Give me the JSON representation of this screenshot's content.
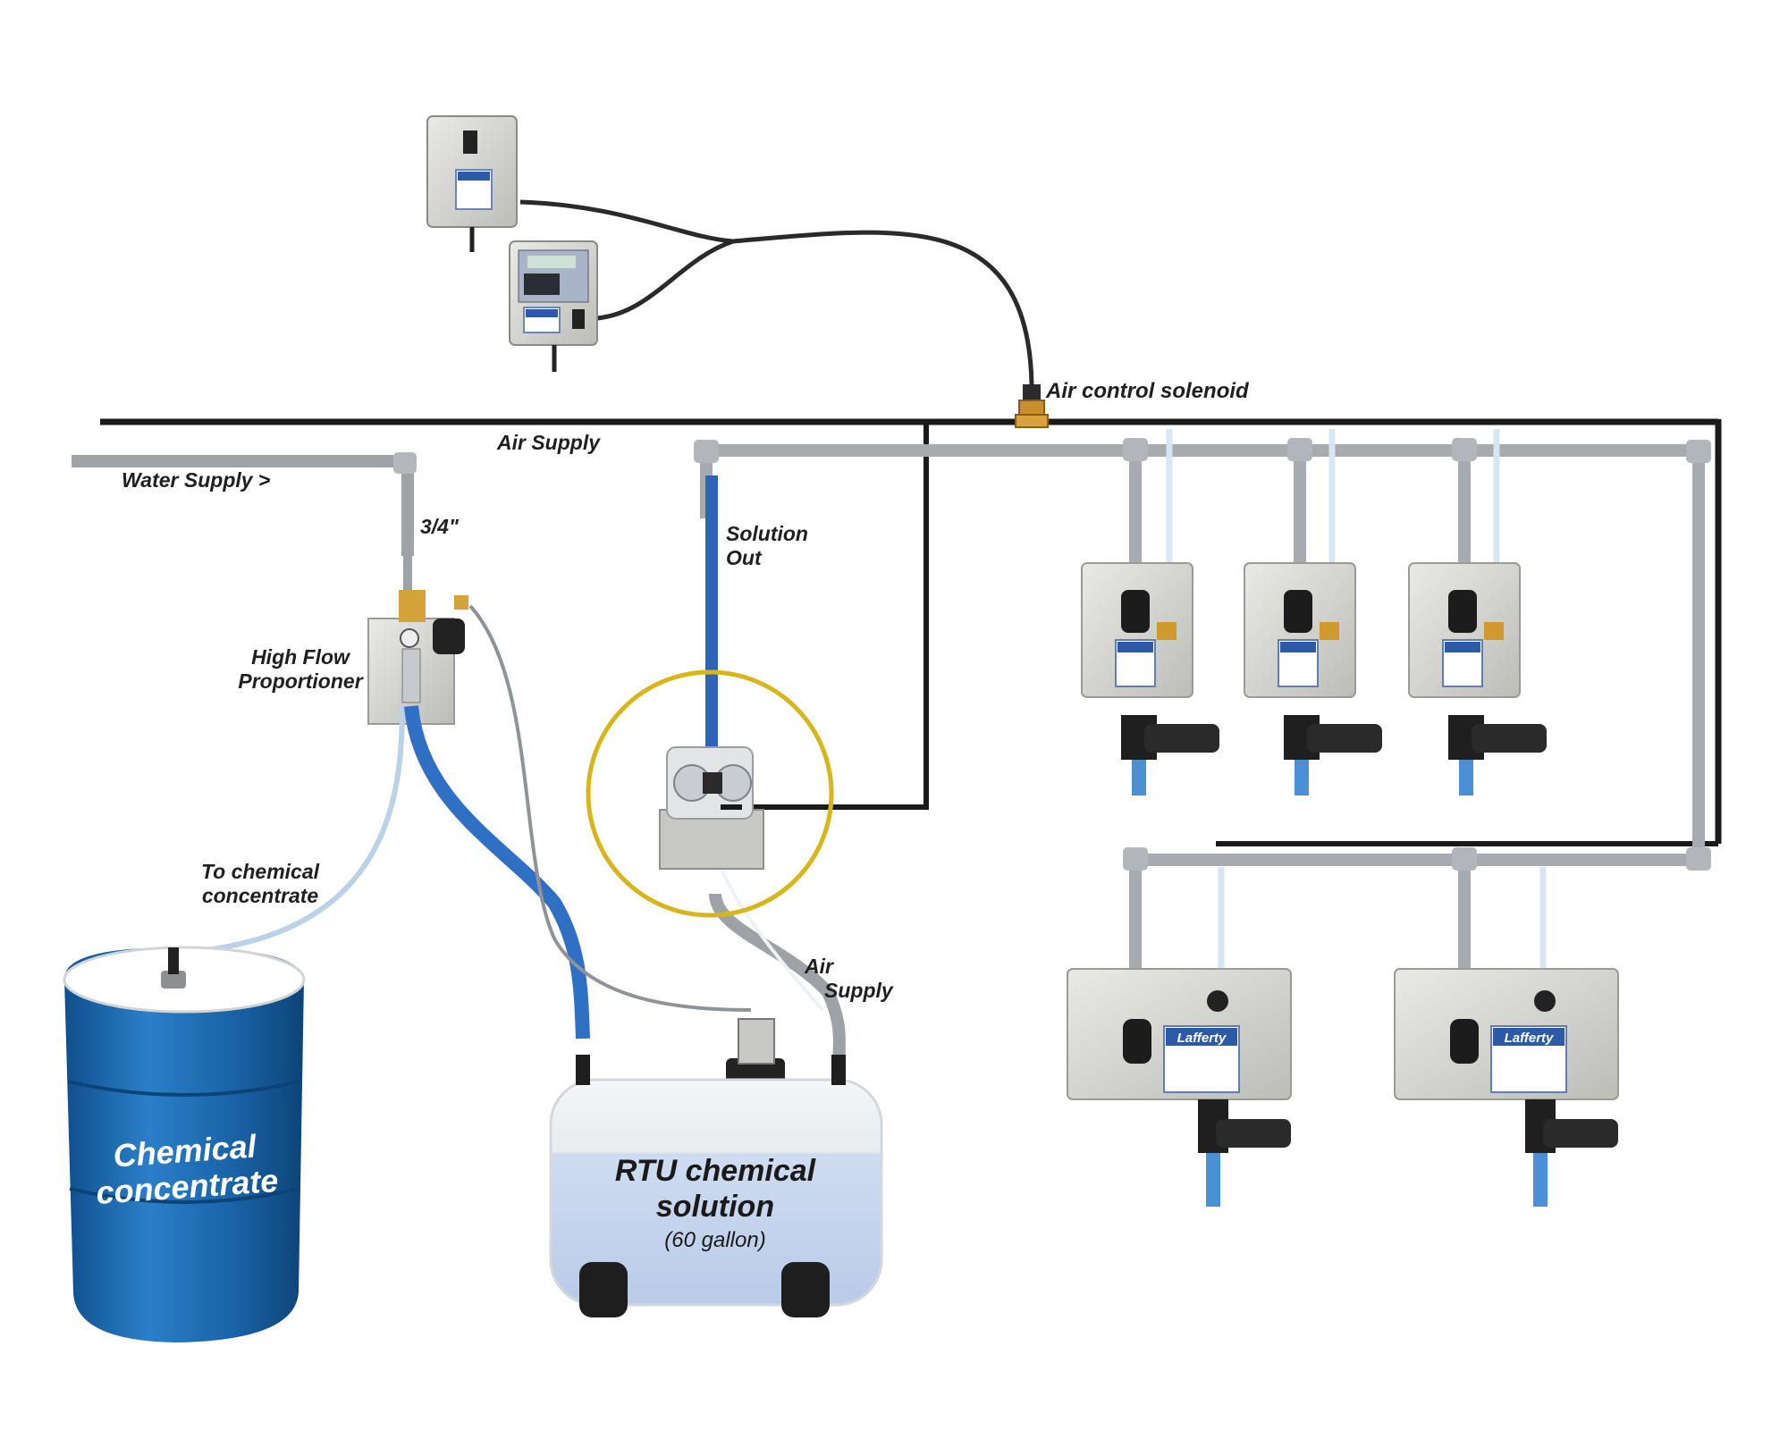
{
  "labels": {
    "air_control_solenoid": "Air control solenoid",
    "air_supply_main": "Air Supply",
    "water_supply": "Water Supply >",
    "pipe_size": "3/4\"",
    "solution_out_1": "Solution",
    "solution_out_2": "Out",
    "high_flow_1": "High Flow",
    "high_flow_2": "Proportioner",
    "to_chemical_1": "To chemical",
    "to_chemical_2": "concentrate",
    "air_supply_tank_1": "Air",
    "air_supply_tank_2": "Supply",
    "drum_1": "Chemical",
    "drum_2": "concentrate",
    "tank_1": "RTU chemical",
    "tank_2": "solution",
    "tank_3": "(60 gallon)"
  },
  "brand": "Lafferty",
  "colors": {
    "air_line": "#1a1a1a",
    "water_pipe": "#a9adb1",
    "solution_hose": "#2f63b8",
    "drum": "#1f6bb0",
    "tank_solution": "#c9d8ee",
    "highlight_ring": "#d9b51c",
    "panel": "#d6d6d3"
  },
  "icons": [
    "controller-box-icon",
    "timer-controller-icon",
    "solenoid-icon",
    "proportioner-icon",
    "diaphragm-pump-icon",
    "satellite-station-icon",
    "foam-station-icon",
    "drum-icon",
    "tank-icon"
  ]
}
